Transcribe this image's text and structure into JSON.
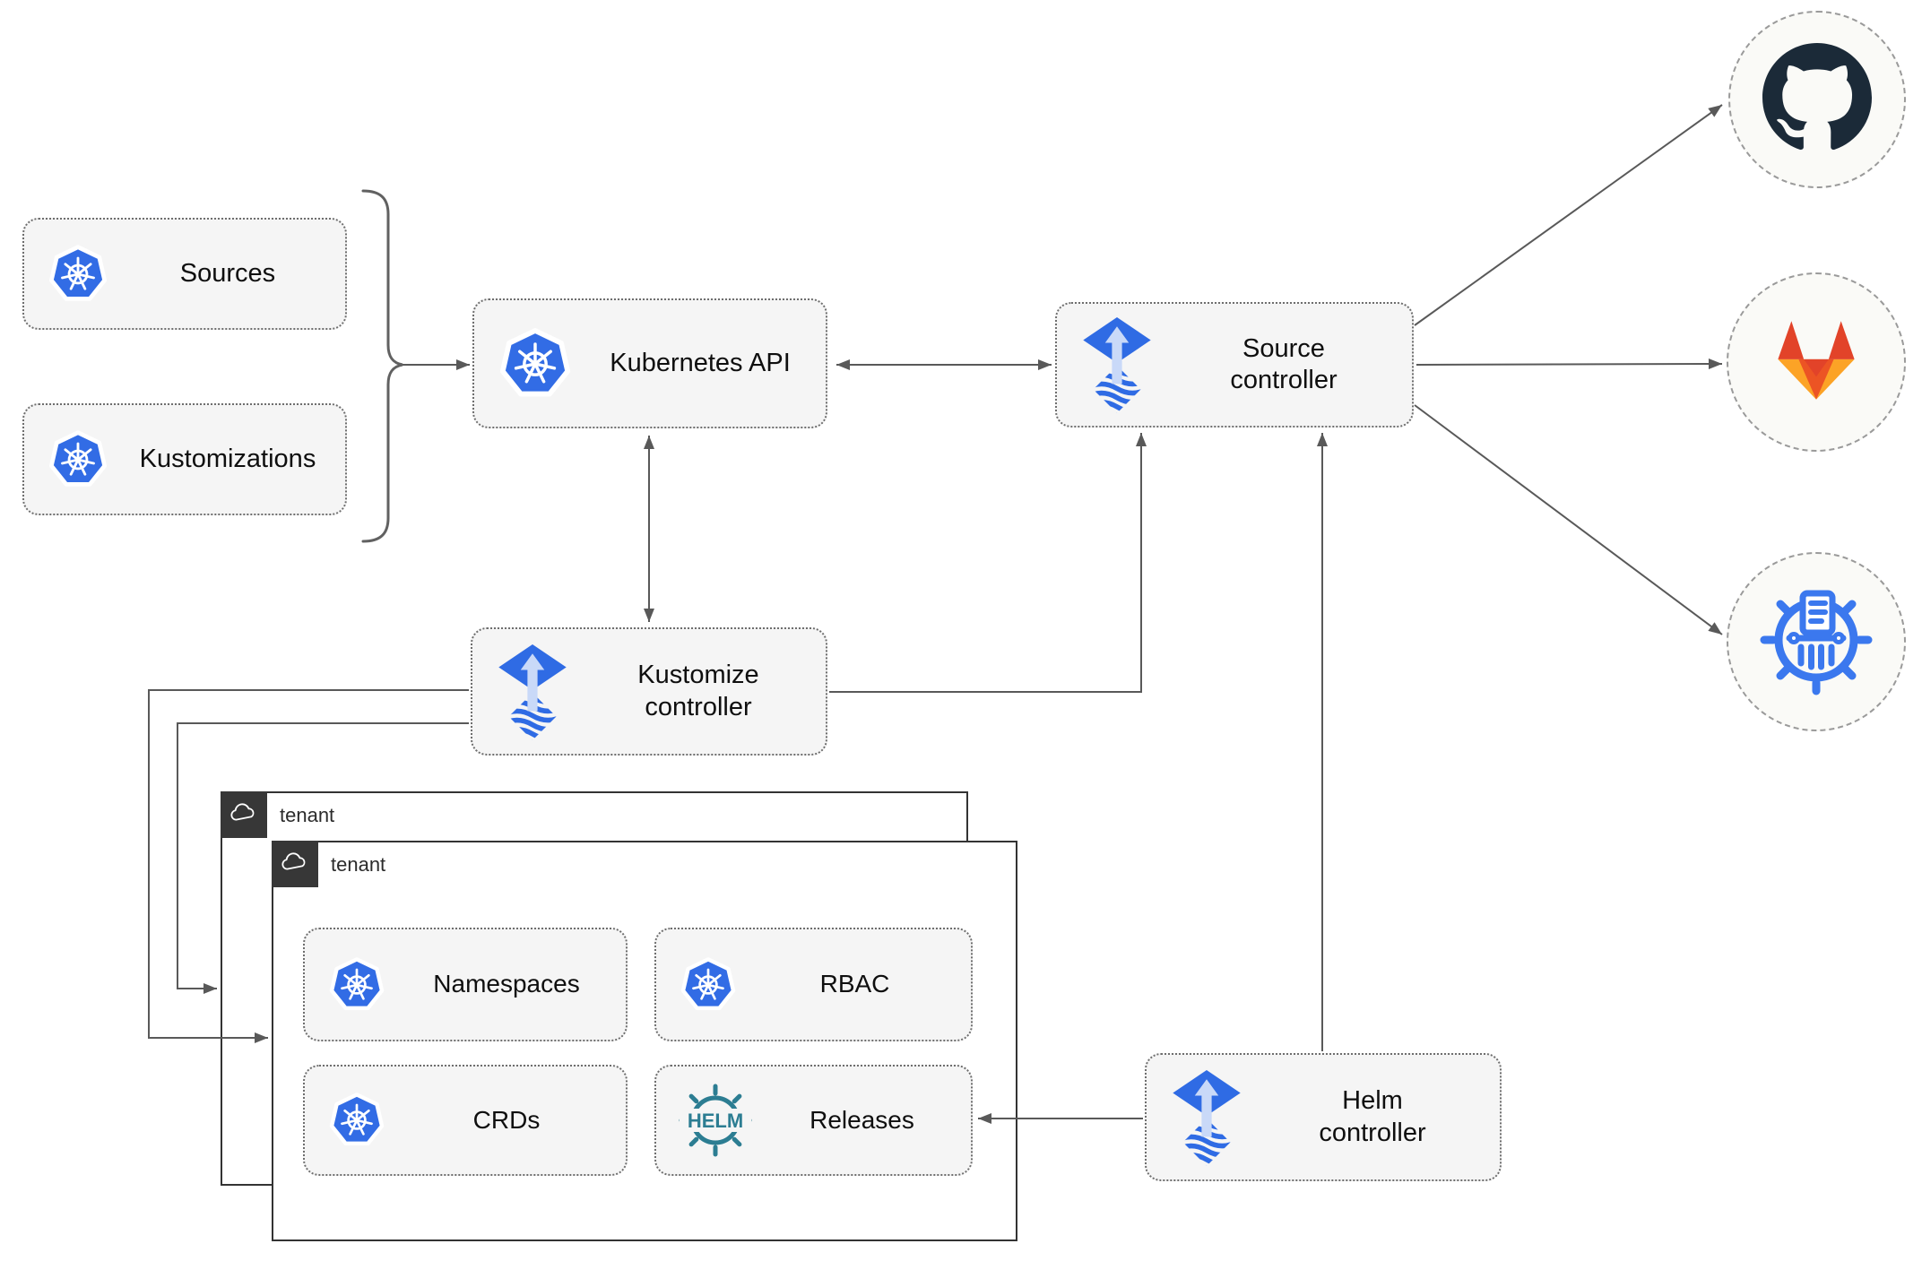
{
  "nodes": {
    "sources": {
      "label": "Sources"
    },
    "kustomizations": {
      "label": "Kustomizations"
    },
    "kubernetes_api": {
      "label": "Kubernetes API"
    },
    "source_controller": {
      "label": "Source controller"
    },
    "kustomize_controller": {
      "label": "Kustomize controller"
    },
    "helm_controller": {
      "label": "Helm controller"
    },
    "namespaces": {
      "label": "Namespaces"
    },
    "rbac": {
      "label": "RBAC"
    },
    "crds": {
      "label": "CRDs"
    },
    "releases": {
      "label": "Releases"
    }
  },
  "containers": {
    "tenant_back": {
      "label": "tenant"
    },
    "tenant_front": {
      "label": "tenant"
    }
  },
  "icons": {
    "kubernetes": "kubernetes-wheel-icon",
    "flux": "flux-controller-icon",
    "helm_logo": "helm-wheel-icon",
    "helm_logo_text": "HELM",
    "cloud": "cloud-icon",
    "github": "github-octocat-icon",
    "gitlab": "gitlab-tanuki-icon",
    "bucket": "bucket-storage-icon"
  },
  "colors": {
    "kubernetes_blue": "#326CE5",
    "flux_blue": "#2F6BE4",
    "flux_arrow_light": "#C9D9F8",
    "helm_teal": "#2C7D92",
    "github_dark": "#1B2A38",
    "gitlab_red": "#E24329",
    "gitlab_orange": "#EC5424",
    "gitlab_amber": "#FCA326",
    "bucket_blue": "#3B78EE",
    "node_fill": "#F5F5F5",
    "connector_gray": "#595959",
    "tenant_header": "#373737"
  }
}
